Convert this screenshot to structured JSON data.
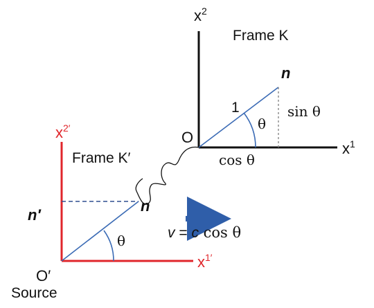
{
  "colors": {
    "axis_unprimed": "#111111",
    "axis_primed": "#e0262b",
    "vector_line": "#3b6bb5",
    "dashed_unprimed": "#888888",
    "dashed_primed": "#2e4f8f",
    "velocity_arrow": "#2f5ea9",
    "text": "#111111"
  },
  "frame_k": {
    "title": "Frame K",
    "x1_label": "x",
    "x1_sup": "1",
    "x2_label": "x",
    "x2_sup": "2",
    "origin_label": "O",
    "vector_label": "n",
    "hyp_label": "1",
    "angle_label": "θ",
    "sin_label": "sin θ",
    "cos_label": "cos θ"
  },
  "frame_k_prime": {
    "title": "Frame K′",
    "x1_label": "x",
    "x1_sup": "1′",
    "x2_label": "x",
    "x2_sup": "2′",
    "origin_label": "O′",
    "source_label": "Source",
    "vector_label": "n",
    "projection_label": "n′",
    "angle_label": "θ"
  },
  "velocity": {
    "v": "v",
    "eq": " = ",
    "c": "c",
    "rest": " cos θ"
  }
}
